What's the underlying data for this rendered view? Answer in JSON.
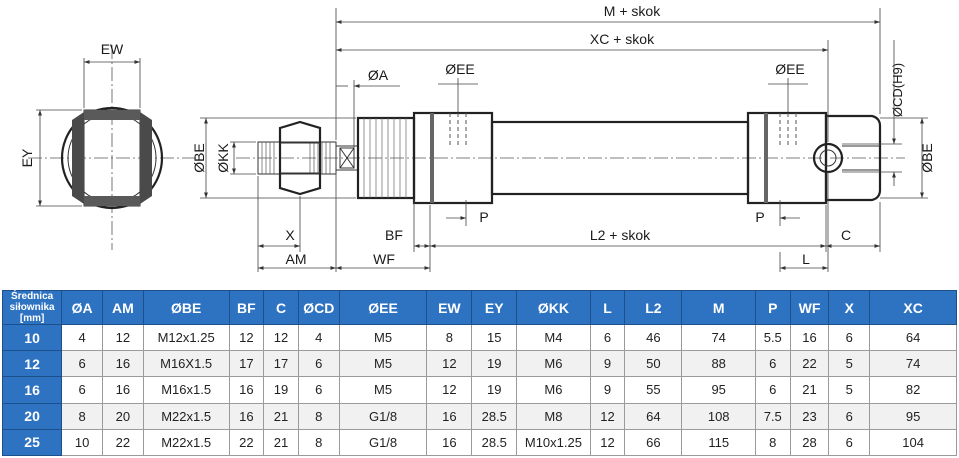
{
  "drawing": {
    "dims": {
      "m_skok": "M + skok",
      "xc_skok": "XC + skok",
      "ew": "EW",
      "ey": "EY",
      "phi_a": "ØA",
      "phi_ee_left": "ØEE",
      "phi_ee_right": "ØEE",
      "phi_cd": "ØCD(H9)",
      "phi_be_left": "ØBE",
      "phi_kk": "ØKK",
      "phi_be_right": "ØBE",
      "p_left": "P",
      "p_right": "P",
      "x": "X",
      "bf": "BF",
      "l2_skok": "L2 + skok",
      "c": "C",
      "am": "AM",
      "wf": "WF",
      "l": "L"
    }
  },
  "table": {
    "headers": [
      "Średnica siłownika [mm]",
      "ØA",
      "AM",
      "ØBE",
      "BF",
      "C",
      "ØCD",
      "ØEE",
      "EW",
      "EY",
      "ØKK",
      "L",
      "L2",
      "M",
      "P",
      "WF",
      "X",
      "XC"
    ],
    "rows": [
      [
        "10",
        "4",
        "12",
        "M12x1.25",
        "12",
        "12",
        "4",
        "M5",
        "8",
        "15",
        "M4",
        "6",
        "46",
        "74",
        "5.5",
        "16",
        "6",
        "64"
      ],
      [
        "12",
        "6",
        "16",
        "M16X1.5",
        "17",
        "17",
        "6",
        "M5",
        "12",
        "19",
        "M6",
        "9",
        "50",
        "88",
        "6",
        "22",
        "5",
        "74"
      ],
      [
        "16",
        "6",
        "16",
        "M16x1.5",
        "16",
        "19",
        "6",
        "M5",
        "12",
        "19",
        "M6",
        "9",
        "55",
        "95",
        "6",
        "21",
        "5",
        "82"
      ],
      [
        "20",
        "8",
        "20",
        "M22x1.5",
        "16",
        "21",
        "8",
        "G1/8",
        "16",
        "28.5",
        "M8",
        "12",
        "64",
        "108",
        "7.5",
        "23",
        "6",
        "95"
      ],
      [
        "25",
        "10",
        "22",
        "M22x1.5",
        "22",
        "21",
        "8",
        "G1/8",
        "16",
        "28.5",
        "M10x1.25",
        "12",
        "66",
        "115",
        "8",
        "28",
        "6",
        "104"
      ]
    ]
  }
}
